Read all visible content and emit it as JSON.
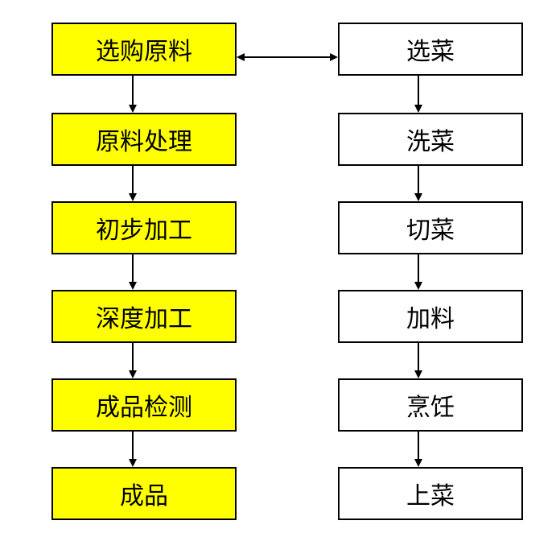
{
  "diagram": {
    "left_column": [
      {
        "label": "选购原料"
      },
      {
        "label": "原料处理"
      },
      {
        "label": "初步加工"
      },
      {
        "label": "深度加工"
      },
      {
        "label": "成品检测"
      },
      {
        "label": "成品"
      }
    ],
    "right_column": [
      {
        "label": "选菜"
      },
      {
        "label": "洗菜"
      },
      {
        "label": "切菜"
      },
      {
        "label": "加料"
      },
      {
        "label": "烹饪"
      },
      {
        "label": "上菜"
      }
    ],
    "colors": {
      "left_fill": "#ffff00",
      "right_fill": "#ffffff",
      "border": "#000000",
      "arrow": "#000000"
    },
    "connections": [
      {
        "from": "选购原料",
        "to": "选菜",
        "type": "bidirectional"
      }
    ]
  }
}
